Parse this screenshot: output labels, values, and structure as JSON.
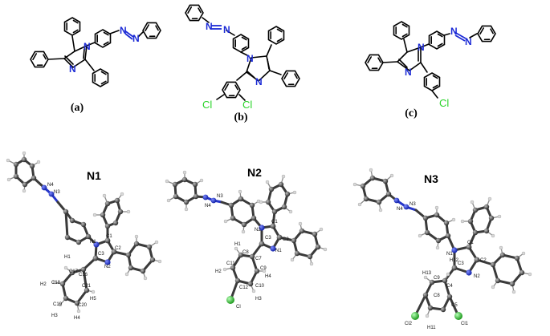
{
  "structures": [
    {
      "id": "a",
      "panel_label": "(a)",
      "n_label": "N"
    },
    {
      "id": "b",
      "panel_label": "(b)",
      "n_label": "N",
      "cl_label": "Cl"
    },
    {
      "id": "c",
      "panel_label": "(c)",
      "n_label": "N",
      "cl_label": "Cl"
    }
  ],
  "crystals": [
    {
      "id": "N1",
      "title": "N1",
      "atom_labels": [
        "N4",
        "N3",
        "N1",
        "C1",
        "C2",
        "C3",
        "N2",
        "H1",
        "C17",
        "C16",
        "C21",
        "C18",
        "H2",
        "H5",
        "C19",
        "C20",
        "H3",
        "H4"
      ]
    },
    {
      "id": "N2",
      "title": "N2",
      "atom_labels": [
        "N3",
        "N4",
        "N2",
        "C1",
        "C2",
        "C3",
        "N1",
        "H1",
        "C8",
        "C7",
        "C11",
        "H2",
        "C9",
        "H4",
        "C10",
        "C12",
        "Cl",
        "H3"
      ]
    },
    {
      "id": "N3",
      "title": "N3",
      "atom_labels": [
        "N3",
        "N4",
        "N1",
        "C1",
        "C2",
        "C3",
        "N2",
        "H12",
        "H13",
        "C9",
        "C4",
        "C8",
        "C5",
        "Cl2",
        "H11",
        "Cl1"
      ]
    }
  ],
  "colors": {
    "nitrogen": "#1c2bd6",
    "chlorine": "#2bd42b",
    "carbon": "#3a3a3a",
    "hydrogen": "#cfcfcf"
  }
}
